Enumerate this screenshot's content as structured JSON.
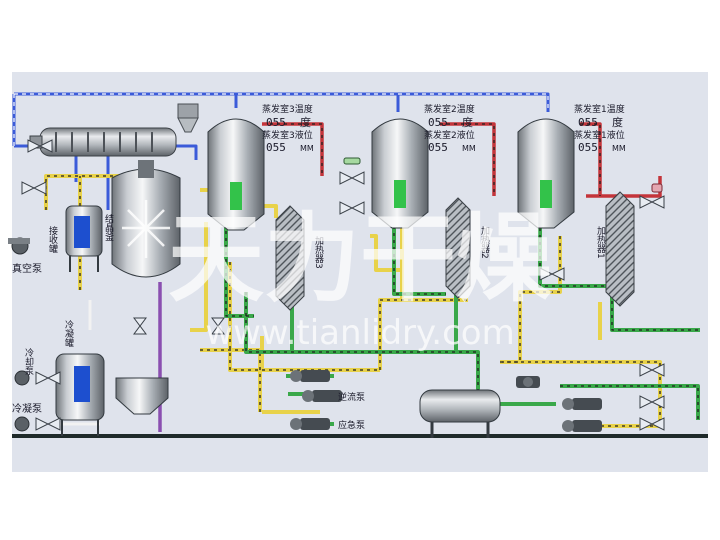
{
  "colors": {
    "panel_bg": "#dfe3ec",
    "pipe_blue": "#3b5bd9",
    "pipe_red": "#c4343a",
    "pipe_yellow": "#e8d24a",
    "pipe_green": "#3aa84a",
    "pipe_purple": "#8a4fb0",
    "level_green": "#33c24a",
    "level_blue": "#1d4fcf",
    "floor": "#1f2a2a"
  },
  "evaporators": [
    {
      "temp_label": "蒸发室3温度",
      "temp_value": "055",
      "temp_unit": "度",
      "level_label": "蒸发室3液位",
      "level_value": "055",
      "level_unit": "MM"
    },
    {
      "temp_label": "蒸发室2温度",
      "temp_value": "055",
      "temp_unit": "度",
      "level_label": "蒸发室2液位",
      "level_value": "055",
      "level_unit": "MM"
    },
    {
      "temp_label": "蒸发室1温度",
      "temp_value": "055",
      "temp_unit": "度",
      "level_label": "蒸发室1液位",
      "level_value": "055",
      "level_unit": "MM"
    }
  ],
  "heaters": [
    {
      "label": "加热器3"
    },
    {
      "label": "加热器2"
    },
    {
      "label": "加热器1"
    }
  ],
  "equipment": {
    "vacuum_pump": "真空泵",
    "receiver_tank": "接收罐",
    "crystallizer": "结晶釜",
    "condensate_tank": "冷凝罐",
    "cooling_pump": "冷却泵",
    "condensate_pump": "冷凝泵",
    "reflux_pump": "逆流泵",
    "emergency_pump": "应急泵"
  },
  "watermark": {
    "brand": "天力干燥",
    "url": "www.tianlidry.com"
  }
}
